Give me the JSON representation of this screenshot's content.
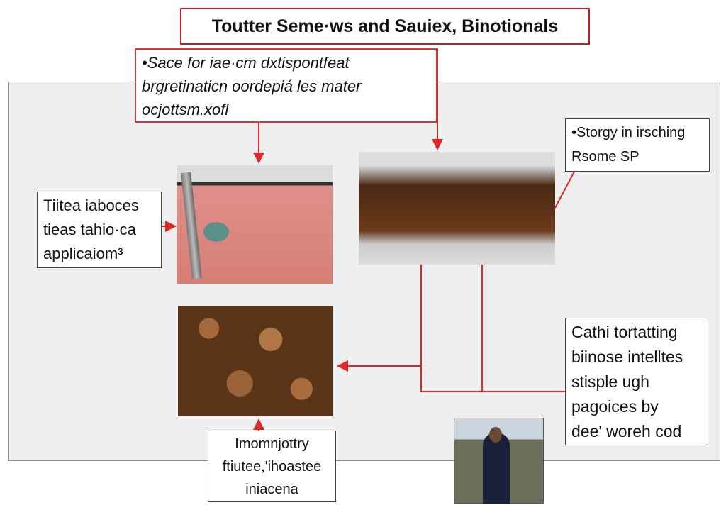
{
  "title": "Toutter Seme·ws and Sauiex, Binotionals",
  "top_box": {
    "lines": [
      "•Sace for iae·cm dxtispontfeat",
      "brgretinaticn oordepiá les mater",
      "ocjottsm.xofl"
    ]
  },
  "right_top_box": {
    "lines": [
      "•Storgy in irsching",
      "Rsome SP"
    ]
  },
  "left_box": {
    "lines": [
      "Tiitea iaboces",
      "tieas tahio·ca",
      "applicaiom³"
    ]
  },
  "right_bottom_box": {
    "lines": [
      "Cathi tortatting",
      "biinose intelltes",
      "stisple ugh",
      "pagoices by",
      "dee' woreh cod"
    ]
  },
  "bottom_box": {
    "lines": [
      "Imomnjottry",
      "ftiutee,'ihoastee",
      "iniacena"
    ]
  },
  "colors": {
    "arrow": "#e02828",
    "title_border": "#b22222"
  }
}
